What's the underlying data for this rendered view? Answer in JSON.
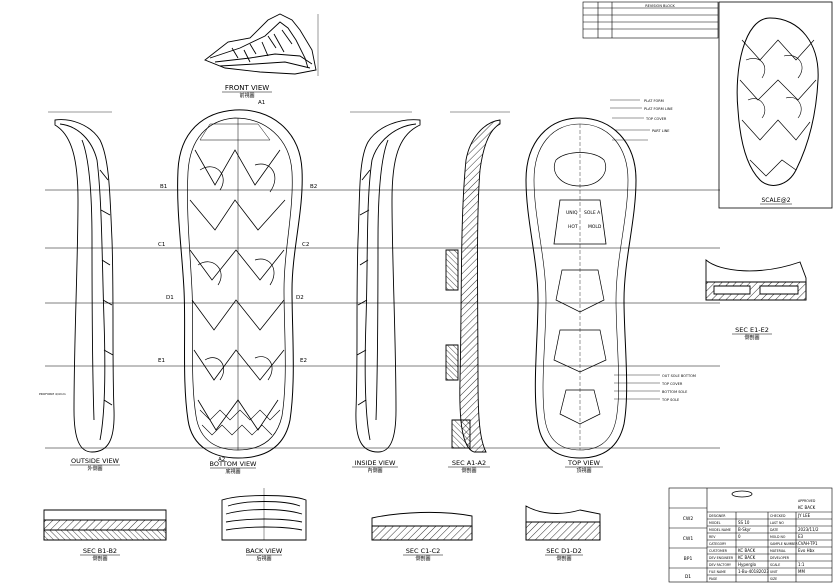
{
  "views": {
    "front_view": "FRONT VIEW",
    "front_view_cn": "前視圖",
    "outside_view": "OUTSIDE VIEW",
    "outside_view_cn": "外側圖",
    "bottom_view": "BOTTOM VIEW",
    "bottom_view_cn": "底視圖",
    "inside_view": "INSIDE VIEW",
    "inside_view_cn": "內側圖",
    "sec_a1a2": "SEC A1-A2",
    "sec_a1a2_cn": "側剖圖",
    "top_view": "TOP VIEW",
    "top_view_cn": "頂視圖",
    "scale": "SCALE@2",
    "sec_e1e2": "SEC E1-E2",
    "sec_e1e2_cn": "側剖圖",
    "sec_b1b2": "SEC B1-B2",
    "sec_b1b2_cn": "側剖圖",
    "back_view": "BACK VIEW",
    "back_view_cn": "后視圖",
    "sec_c1c2": "SEC C1-C2",
    "sec_c1c2_cn": "側剖圖",
    "sec_d1d2": "SEC D1-D2",
    "sec_d1d2_cn": "側剖圖"
  },
  "section_marks": {
    "a1": "A1",
    "a2": "A2",
    "b1": "B1",
    "b2": "B2",
    "c1": "C1",
    "c2": "C2",
    "d1": "D1",
    "d2": "D2",
    "e1": "E1",
    "e2": "E2"
  },
  "top_view_labels": {
    "mold_a": "UNIQ",
    "mold_b": "SOLE A",
    "mold_c": "HOT",
    "mold_d": "MOLD",
    "callouts": [
      "PLAT FORM",
      "PLAT FORM LINE",
      "TOP COVER",
      "PART LINE",
      "OUT SOLE BOTTOM",
      "TOP COVER",
      "BOTTOM SOLE",
      "TOP SOLE"
    ]
  },
  "outside_note": "PROFORM 4/4mm",
  "title_block": {
    "revisions": [
      "CW2",
      "CW1",
      "BP1",
      "D1"
    ],
    "col1_labels": [
      "DESIGNER",
      "MODEL",
      "MODEL NAME",
      "REV",
      "CATEGORY",
      "CUSTOMER",
      "DEV ENGINEER",
      "DEV FACTORY",
      "FILE NAME"
    ],
    "col1_values": [
      "",
      "SS 10",
      "B-Skyr",
      "0",
      "",
      "KC BACK",
      "KC BACK",
      "Hyperglo",
      "1-Bu-40182023"
    ],
    "col2_labels": [
      "CHECKED",
      "LAST NO",
      "DATE",
      "MOLD NO",
      "SAMPLE NUMBER",
      "MATERIAL",
      "DEVELOPER",
      "SCALE",
      "UNIT"
    ],
    "col2_values": [
      "JY LEE",
      "",
      "2023/11/2",
      "E3",
      "CVAH-TP1",
      "Evo Hbx",
      "",
      "1:1",
      "MM"
    ],
    "approved_label": "APPROVED",
    "approved_value": "KC BACK",
    "page_label": "PAGE",
    "size_label": "SIZE"
  },
  "top_table": {
    "header": "REVISION BLOCK",
    "rows": [
      "",
      "",
      "",
      ""
    ]
  }
}
